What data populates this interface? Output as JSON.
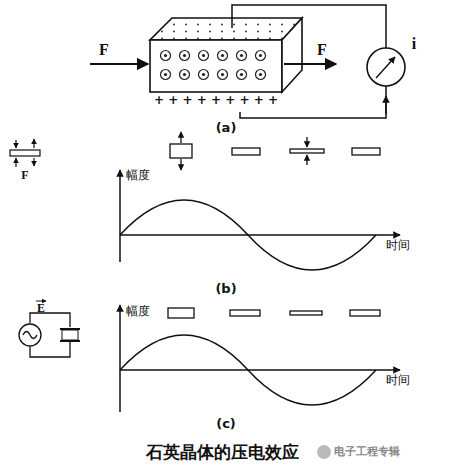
{
  "diagram": {
    "caption": "石英晶体的压电效应",
    "labels": [
      "F",
      "F",
      "i",
      "+ + + + + + + + +",
      "(a)",
      "F",
      "幅度",
      "时间",
      "(b)",
      "E",
      "幅度",
      "时间",
      "(c)",
      "电子工程专辑"
    ]
  }
}
